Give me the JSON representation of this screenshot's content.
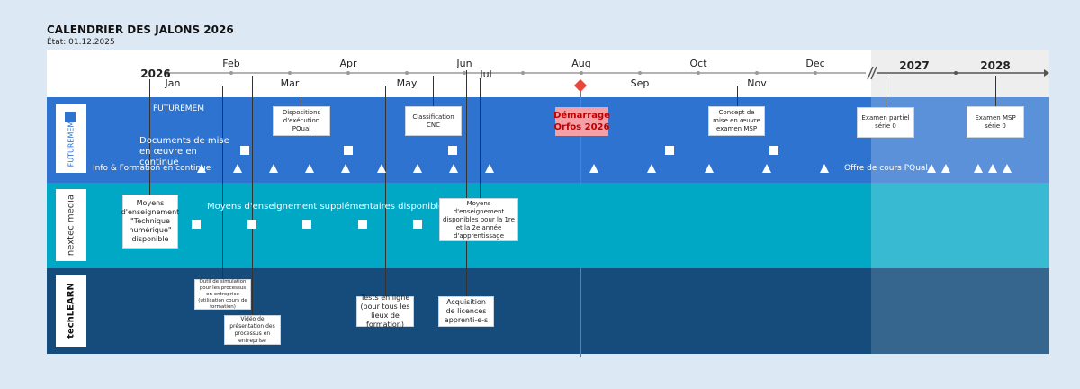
{
  "title": "CALENDRIER DES JALONS 2026",
  "subtitle": "État: 01.12.2025",
  "timeline": {
    "year_start": "2026",
    "months_upper": [
      "Feb",
      "Apr",
      "Jun",
      "Aug",
      "Oct",
      "Dec"
    ],
    "months_lower": [
      "Jan",
      "Mar",
      "May",
      "Jul",
      "Sep",
      "Nov"
    ],
    "years_after": [
      "2027",
      "2028"
    ]
  },
  "lanes": {
    "futuremem": {
      "logo_text": "FUTUREMEM",
      "label": "FUTUREMEM",
      "docs_label": "Documents de mise en œuvre en continue",
      "info_label": "Info & Formation en continue",
      "offre_label": "Offre de cours PQual",
      "boxes": [
        "Dispositions d'exécution PQual",
        "Classification CNC",
        "Concept de mise en œuvre examen MSP",
        "Examen partiel série 0",
        "Examen MSP série 0"
      ]
    },
    "nextec": {
      "logo_text": "nextec media",
      "supp_label": "Moyens d'enseignement supplémentaires disponibles",
      "boxes": [
        "Moyens d'enseignement \"Technique numérique\" disponible",
        "Moyens d'enseignement disponibles pour la 1re et la 2e année d'apprentissage"
      ]
    },
    "techlearn": {
      "logo_text": "techLEARN",
      "boxes": [
        "Outil de simulation pour les processus en entreprise (utilisation cours de formation)",
        "Vidéo de présentation des processus en entreprise",
        "Tests en ligne (pour tous les lieux de formation)",
        "Acquisition de licences apprenti-e-s"
      ]
    }
  },
  "milestone": {
    "label": "Démarrage Orfos 2026"
  },
  "colors": {
    "futuremem": "#2d73cf",
    "nextec": "#00a8c6",
    "techlearn": "#154c7b",
    "milestone": "#e8473a"
  }
}
